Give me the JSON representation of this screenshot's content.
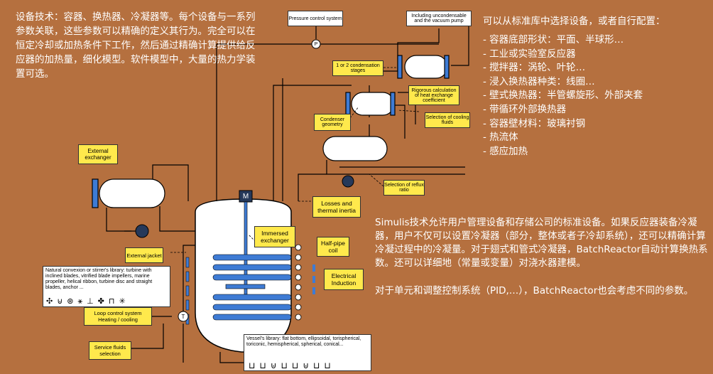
{
  "left_text": "设备技术：容器、换热器、冷凝器等。每个设备与一系列参数关联，这些参数可以精确的定义其行为。完全可以在恒定冷却或加热条件下工作，然后通过精确计算提供给反应器的加热量，细化模型。软件模型中，大量的热力学装置可选。",
  "right_list": {
    "title": "可以从标准库中选择设备，或者自行配置：",
    "items": [
      "容器底部形状：平面、半球形…",
      "工业或实验室反应器",
      "搅拌器：涡轮、叶轮…",
      "浸入换热器种类：线圈…",
      "壁式换热器：半管螺旋形、外部夹套",
      "带循环外部换热器",
      "容器壁材料：玻璃衬钢",
      "热流体",
      "感应加热"
    ]
  },
  "paragraph_1": "Simulis技术允许用户管理设备和存储公司的标准设备。如果反应器装备冷凝器，用户不仅可以设置冷凝器（部分，整体或者子冷却系统），还可以精确计算冷凝过程中的冷凝量。对于翅式和管式冷凝器，BatchReactor自动计算换热系数。还可以详细地（常量或变量）对浇水器建模。",
  "paragraph_2": "对于单元和调整控制系统（PID,…），BatchReactor也会考虑不同的参数。",
  "diagram": {
    "pressure_control": "Pressure control system",
    "incondensable": "Including uncondensable and the vacuum pump",
    "condensation_stages": "1 or 2 condensation stages",
    "rigorous_calc": "Rigorous calculation of heat exchange coefficient",
    "condenser_geometry": "Condenser geometry",
    "cooling_fluids": "Selection of cooling fluids",
    "reflux_ratio": "Selection of reflux ratio",
    "external_exchanger": "External exchanger",
    "losses": "Losses and thermal inertia",
    "immersed": "Immersed exchanger",
    "halfpipe": "Half-pipe coil",
    "electrical": "Electrical Induction",
    "external_jacket": "External jacket",
    "loop_control": "Loop control system Heating / cooling",
    "service_fluids": "Service fluids selection",
    "stirrer_library": "Natural convexion or stirrer's library: turbine with inclined blades, vitrified blade impellers, marine propeller, helical ribbon, turbine disc and straight blades, anchor ...",
    "vessel_library": "Vessel's library: flat bottom, ellipsoidal, torispherical, toriconic, hemispherical, spherical, conical...",
    "motor": "M",
    "pressure_symbol": "P",
    "temperature_symbol": "T"
  }
}
